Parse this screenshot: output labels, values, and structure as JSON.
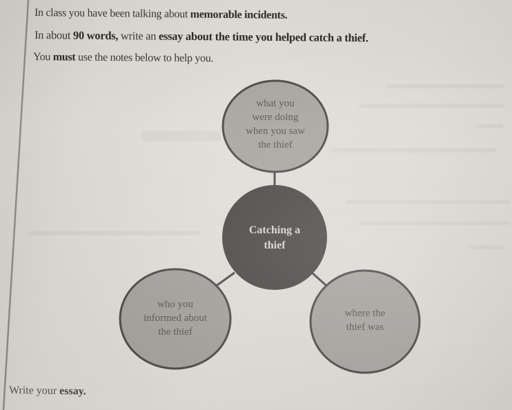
{
  "instructions": {
    "line1": {
      "plain": "In class you have been talking about ",
      "bold": "memorable incidents."
    },
    "line2": {
      "plain_a": "In about ",
      "bold_a": "90 words,",
      "plain_b": " write an ",
      "bold_b": "essay about the time you helped catch a thief."
    },
    "line3": {
      "plain_a": "You ",
      "bold_a": "must",
      "plain_b": " use the notes below to help you."
    }
  },
  "diagram": {
    "center": {
      "line1": "Catching a",
      "line2": "thief"
    },
    "top_note": {
      "lines": [
        "what you",
        "were doing",
        "when you saw",
        "the thief"
      ]
    },
    "left_note": {
      "lines": [
        "who you",
        "informed about",
        "the thief"
      ]
    },
    "right_note": {
      "lines": [
        "where the",
        "thief was"
      ]
    },
    "colors": {
      "center_fill": "#4a4846",
      "note_fill": "#a9a6a1",
      "outline": "#4d4b48",
      "connector": "#4d4b48"
    }
  },
  "footer": {
    "plain": "Write your ",
    "bold": "essay."
  }
}
